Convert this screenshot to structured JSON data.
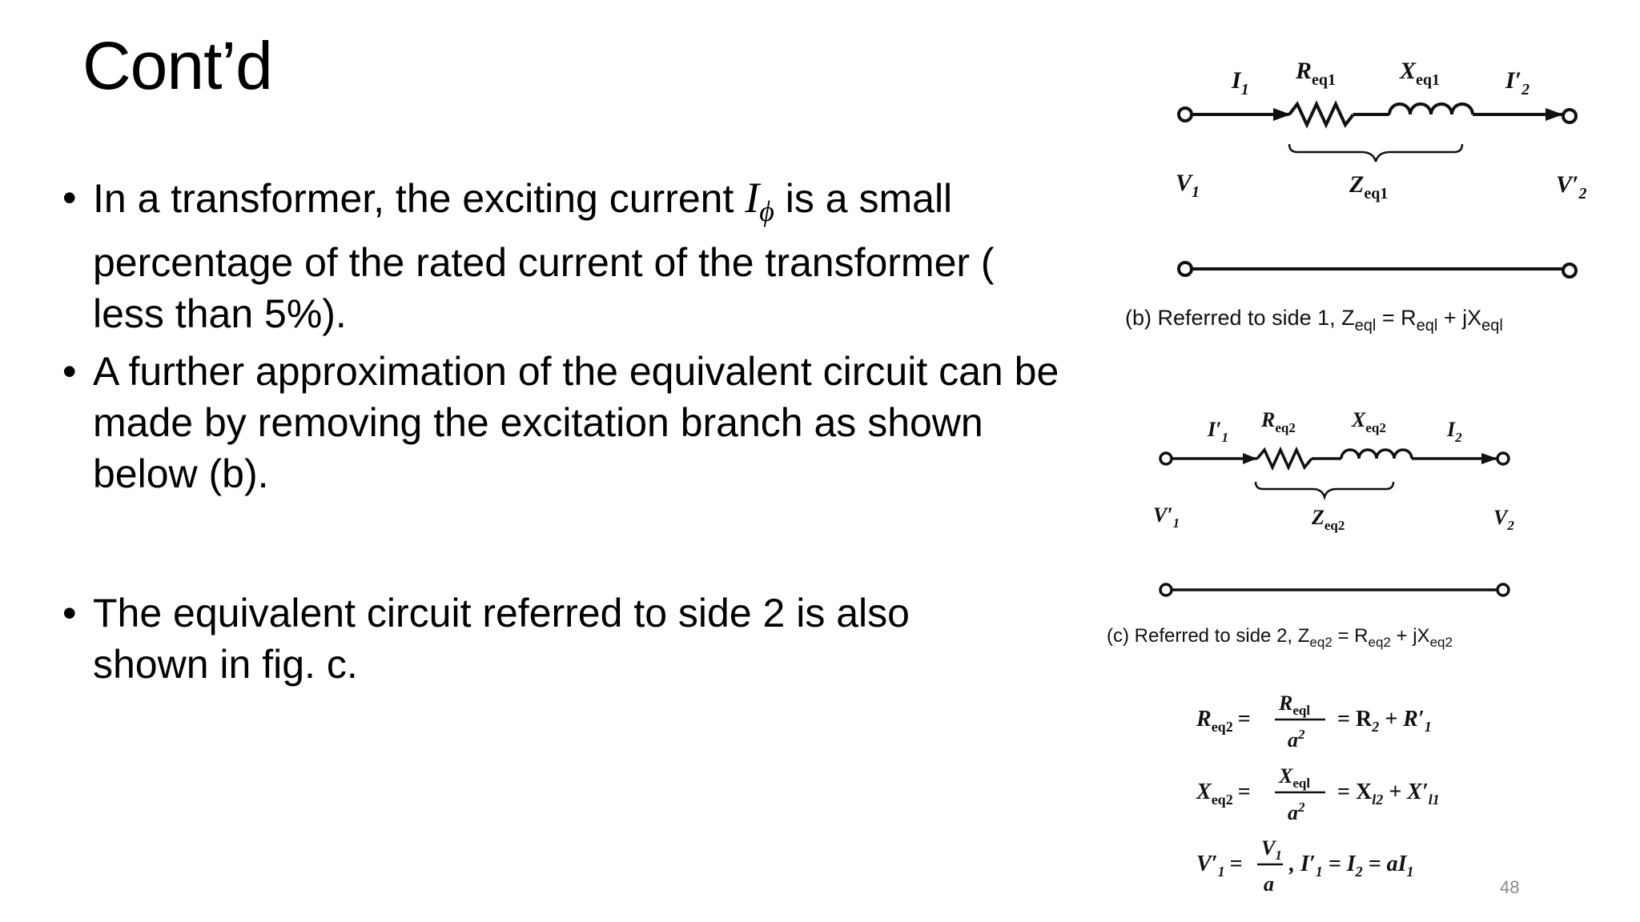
{
  "slide": {
    "title": "Cont’d",
    "page_number": "48"
  },
  "bullets": [
    {
      "pre": "In a transformer, the exciting current ",
      "sym": "I",
      "symsub": "ϕ",
      "post": " is a small percentage of the rated current of the transformer ( less than 5%)."
    },
    {
      "text": "A further approximation of the equivalent circuit can be made by removing the excitation branch as shown below (b)."
    },
    {
      "text": "The equivalent circuit referred to side 2 is also shown in fig. c."
    }
  ],
  "figure_b": {
    "I1": "I",
    "I1_sub": "1",
    "R": "R",
    "R_sub": "eq1",
    "X": "X",
    "X_sub": "eq1",
    "I2p": "I′",
    "I2p_sub": "2",
    "V1": "V",
    "V1_sub": "1",
    "Z": "Z",
    "Z_sub": "eq1",
    "V2p": "V′",
    "V2p_sub": "2",
    "caption": "(b)  Referred to side 1, Z",
    "caption_sub1": "eql",
    "caption_mid": " = R",
    "caption_sub2": "eql",
    "caption_mid2": " + jX",
    "caption_sub3": "eql"
  },
  "figure_c": {
    "I1p": "I′",
    "I1p_sub": "1",
    "R": "R",
    "R_sub": "eq2",
    "X": "X",
    "X_sub": "eq2",
    "I2": "I",
    "I2_sub": "2",
    "V1p": "V′",
    "V1p_sub": "1",
    "Z": "Z",
    "Z_sub": "eq2",
    "V2": "V",
    "V2_sub": "2",
    "caption": "(c)  Referred to side 2, Z",
    "caption_sub1": "eq2",
    "caption_mid": " = R",
    "caption_sub2": "eq2",
    "caption_mid2": " + jX",
    "caption_sub3": "eq2"
  },
  "equations": {
    "eq1": {
      "lhs": "R",
      "lhs_sub": "eq2",
      "num": "R",
      "num_sub": "eql",
      "den": "a",
      "den_sup": "2",
      "rhs": "= R",
      "rhs_sub1": "2",
      "rhs_mid": " + R′",
      "rhs_sub2": "1"
    },
    "eq2": {
      "lhs": "X",
      "lhs_sub": "eq2",
      "num": "X",
      "num_sub": "eql",
      "den": "a",
      "den_sup": "2",
      "rhs": "= X",
      "rhs_sub1": "l2",
      "rhs_mid": " + X′",
      "rhs_sub2": "l1"
    },
    "eq3": {
      "lhs": "V′",
      "lhs_sub": "1",
      "num": "V",
      "num_sub": "1",
      "den": "a",
      "rhs": ",  I′",
      "rhs_sub1": "1",
      "rhs_mid": " = I",
      "rhs_sub2": "2",
      "rhs_end": " = aI",
      "rhs_sub3": "1"
    }
  }
}
